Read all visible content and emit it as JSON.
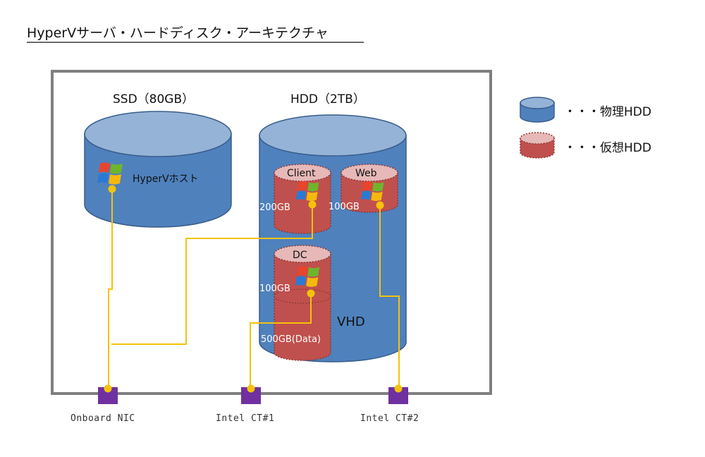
{
  "title": "HyperVサーバ・ハードディスク・アーキテクチャ",
  "disks": {
    "ssd": {
      "label": "SSD（80GB）",
      "host_label": "HyperVホスト"
    },
    "hdd": {
      "label": "HDD（2TB）",
      "vhd_label": "VHD"
    }
  },
  "virtual_disks": {
    "client": {
      "name": "Client",
      "size": "200GB"
    },
    "web": {
      "name": "Web",
      "size": "100GB"
    },
    "dc": {
      "name": "DC",
      "size": "100GB",
      "data_size": "500GB(Data)"
    }
  },
  "legend": {
    "physical": "・・・物理HDD",
    "virtual": "・・・仮想HDD"
  },
  "ports": [
    "Onboard NIC",
    "Intel CT#1",
    "Intel CT#2"
  ],
  "colors": {
    "physical_fill": "#4f81bd",
    "physical_top": "#95b3d7",
    "virtual_fill": "#c0504d",
    "virtual_top": "#e6b9b8",
    "wire": "#f5c20b",
    "port": "#7030a0"
  }
}
